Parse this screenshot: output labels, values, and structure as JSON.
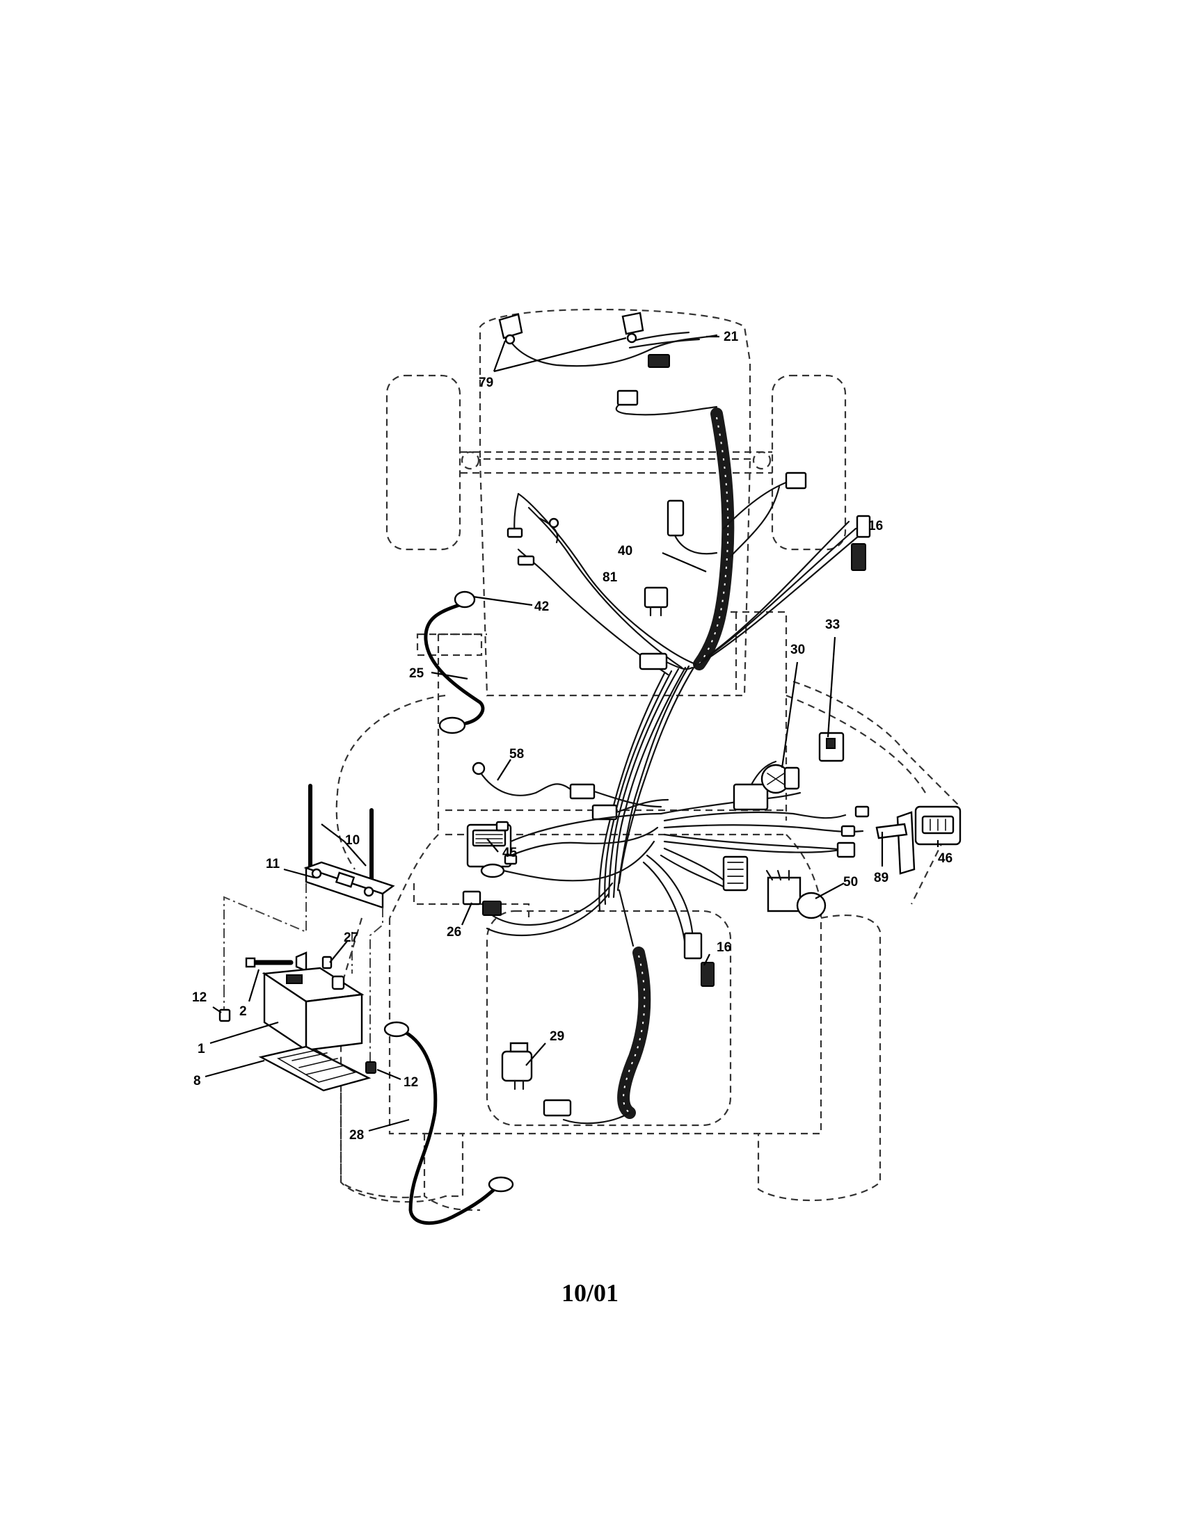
{
  "callouts": {
    "c21": "21",
    "c79": "79",
    "c16a": "16",
    "c40": "40",
    "c81": "81",
    "c42": "42",
    "c33": "33",
    "c30": "30",
    "c25": "25",
    "c58": "58",
    "c10": "10",
    "c11": "11",
    "c45": "45",
    "c89": "89",
    "c46": "46",
    "c50": "50",
    "c27": "27",
    "c26": "26",
    "c16b": "16",
    "c12a": "12",
    "c2": "2",
    "c1": "1",
    "c8": "8",
    "c12b": "12",
    "c29": "29",
    "c28": "28"
  },
  "footer": {
    "date_code": "10/01"
  }
}
